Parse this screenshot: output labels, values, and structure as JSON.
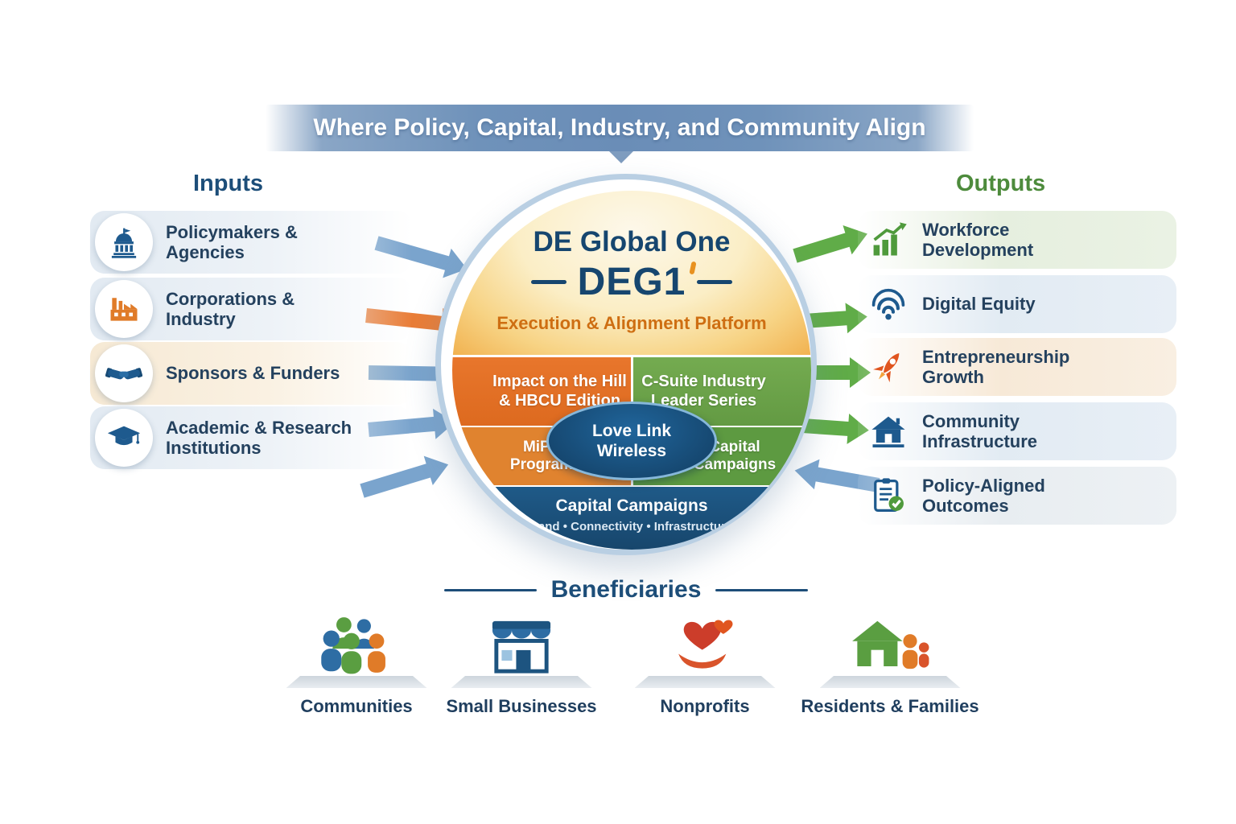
{
  "banner": {
    "title": "Where Policy, Capital, Industry, and Community Align"
  },
  "inputs": {
    "heading": "Inputs",
    "items": [
      {
        "label": "Policymakers & Agencies",
        "icon": "capitol-icon"
      },
      {
        "label": "Corporations & Industry",
        "icon": "industry-icon"
      },
      {
        "label": "Sponsors & Funders",
        "icon": "handshake-icon"
      },
      {
        "label": "Academic & Research Institutions",
        "icon": "graduation-cap-icon"
      }
    ]
  },
  "center": {
    "org": "DE Global One",
    "acronym": "DEG1",
    "tagline": "Execution & Alignment Platform",
    "segments": {
      "top_left": "Impact on the Hill & HBCU Edition",
      "top_right": "C-Suite Industry Leader Series",
      "mid_left": "MiPA Program",
      "mid_center": "Love Link Wireless",
      "mid_right": "Capital Campaigns",
      "bottom_title": "Capital Campaigns",
      "bottom_subtitle": "Land • Connectivity • Infrastructure"
    }
  },
  "outputs": {
    "heading": "Outputs",
    "items": [
      {
        "label": "Workforce Development",
        "icon": "growth-chart-icon"
      },
      {
        "label": "Digital Equity",
        "icon": "wifi-icon"
      },
      {
        "label": "Entrepreneurship Growth",
        "icon": "rocket-icon"
      },
      {
        "label": "Community Infrastructure",
        "icon": "house-icon"
      },
      {
        "label": "Policy-Aligned Outcomes",
        "icon": "checklist-icon"
      }
    ]
  },
  "beneficiaries": {
    "heading": "Beneficiaries",
    "items": [
      {
        "label": "Communities",
        "icon": "people-group-icon"
      },
      {
        "label": "Small Businesses",
        "icon": "storefront-icon"
      },
      {
        "label": "Nonprofits",
        "icon": "heart-hand-icon"
      },
      {
        "label": "Residents & Families",
        "icon": "family-home-icon"
      }
    ]
  },
  "colors": {
    "navy": "#1e5a8e",
    "orange": "#e8762c",
    "green": "#57a83e",
    "dark_blue_segment": "#1f5a88",
    "banner_blue": "#6a8db7"
  }
}
